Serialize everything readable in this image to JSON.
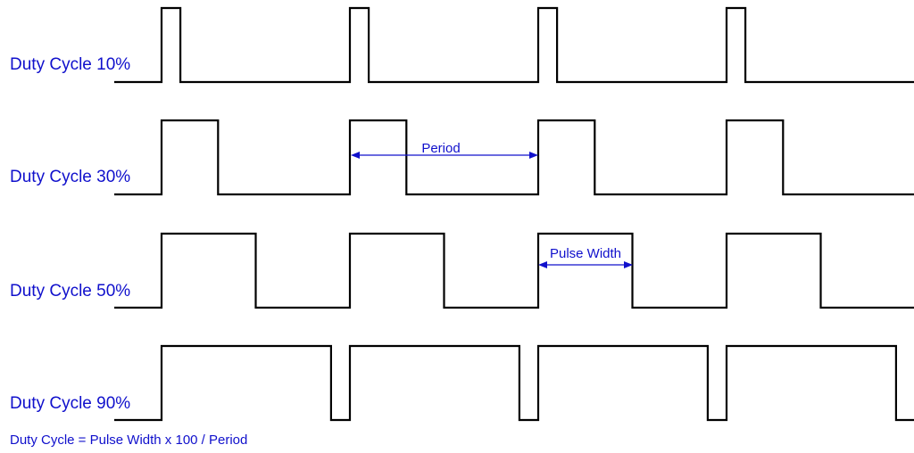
{
  "colors": {
    "label": "#1010cc",
    "wave": "#000000",
    "arrow": "#1010cc"
  },
  "rows": [
    {
      "label": "Duty Cycle 10%",
      "duty_percent": 10
    },
    {
      "label": "Duty Cycle 30%",
      "duty_percent": 30
    },
    {
      "label": "Duty Cycle 50%",
      "duty_percent": 50
    },
    {
      "label": "Duty Cycle 90%",
      "duty_percent": 90
    }
  ],
  "annotations": {
    "period": "Period",
    "pulse_width": "Pulse Width"
  },
  "formula": "Duty Cycle = Pulse Width x 100 / Period"
}
